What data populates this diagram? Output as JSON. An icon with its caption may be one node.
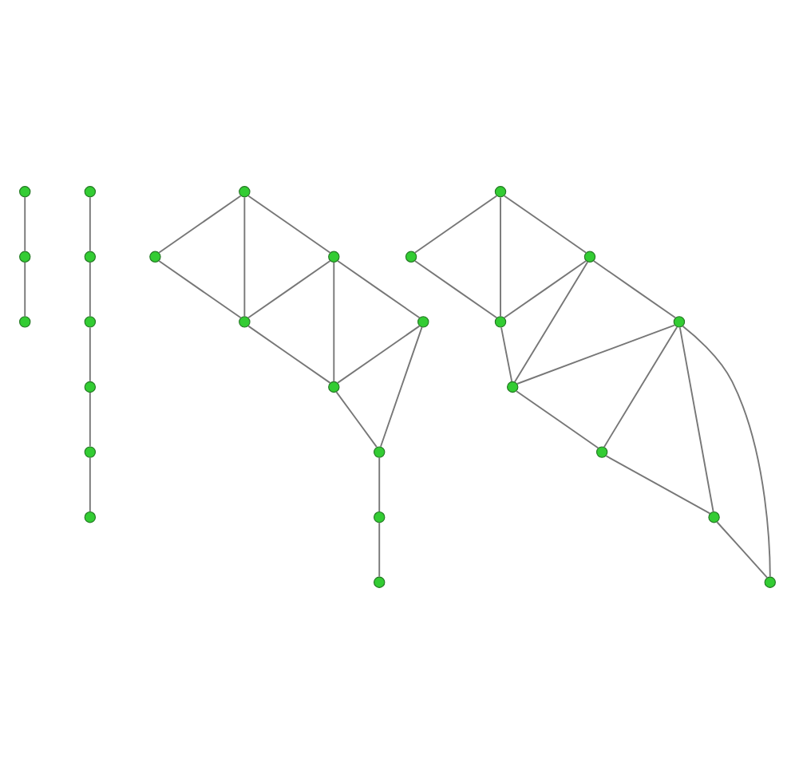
{
  "diagram": {
    "nodes": [
      {
        "text": [],
        "shape": "circle"
      },
      {
        "text": [],
        "shape": "circle"
      },
      {
        "text": [],
        "shape": "circle"
      },
      {
        "text": [],
        "shape": "circle"
      },
      {
        "text": [],
        "shape": "circle"
      },
      {
        "text": [],
        "shape": "circle"
      },
      {
        "text": [],
        "shape": "circle"
      },
      {
        "text": [],
        "shape": "circle"
      },
      {
        "text": [],
        "shape": "circle"
      },
      {
        "text": [],
        "shape": "circle"
      },
      {
        "text": [],
        "shape": "circle"
      },
      {
        "text": [],
        "shape": "circle"
      },
      {
        "text": [],
        "shape": "circle"
      },
      {
        "text": [],
        "shape": "circle"
      },
      {
        "text": [],
        "shape": "circle"
      },
      {
        "text": [],
        "shape": "circle"
      },
      {
        "text": [],
        "shape": "circle"
      },
      {
        "text": [],
        "shape": "circle"
      },
      {
        "text": [],
        "shape": "circle"
      },
      {
        "text": [],
        "shape": "circle"
      },
      {
        "text": [],
        "shape": "circle"
      },
      {
        "text": [],
        "shape": "circle"
      },
      {
        "text": [],
        "shape": "circle"
      },
      {
        "text": [],
        "shape": "circle"
      },
      {
        "text": [],
        "shape": "circle"
      },
      {
        "text": [],
        "shape": "circle"
      },
      {
        "text": [],
        "shape": "circle"
      }
    ],
    "edges": [
      {
        "from": 0,
        "to": 1,
        "arrow": "none"
      },
      {
        "from": 1,
        "to": 2,
        "arrow": "none"
      },
      {
        "from": 3,
        "to": 4,
        "arrow": "none"
      },
      {
        "from": 4,
        "to": 5,
        "arrow": "none"
      },
      {
        "from": 5,
        "to": 6,
        "arrow": "none"
      },
      {
        "from": 6,
        "to": 7,
        "arrow": "none"
      },
      {
        "from": 7,
        "to": 8,
        "arrow": "none"
      },
      {
        "from": 10,
        "to": 9,
        "arrow": "none"
      },
      {
        "from": 10,
        "to": 11,
        "arrow": "none"
      },
      {
        "from": 11,
        "to": 12,
        "arrow": "none"
      },
      {
        "from": 9,
        "to": 13,
        "arrow": "none"
      },
      {
        "from": 13,
        "to": 14,
        "arrow": "none"
      },
      {
        "from": 14,
        "to": 15,
        "arrow": "none"
      },
      {
        "from": 15,
        "to": 16,
        "arrow": "none"
      },
      {
        "from": 16,
        "to": 17,
        "arrow": "none"
      },
      {
        "from": 10,
        "to": 13,
        "arrow": "none"
      },
      {
        "from": 11,
        "to": 13,
        "arrow": "none"
      },
      {
        "from": 11,
        "to": 14,
        "arrow": "none"
      },
      {
        "from": 12,
        "to": 14,
        "arrow": "none"
      },
      {
        "from": 12,
        "to": 15,
        "arrow": "none"
      },
      {
        "from": 19,
        "to": 18,
        "arrow": "none"
      },
      {
        "from": 19,
        "to": 20,
        "arrow": "none"
      },
      {
        "from": 20,
        "to": 21,
        "arrow": "none"
      },
      {
        "from": 18,
        "to": 22,
        "arrow": "none"
      },
      {
        "from": 22,
        "to": 23,
        "arrow": "none"
      },
      {
        "from": 23,
        "to": 24,
        "arrow": "none"
      },
      {
        "from": 24,
        "to": 25,
        "arrow": "none"
      },
      {
        "from": 25,
        "to": 26,
        "arrow": "none"
      },
      {
        "from": 19,
        "to": 22,
        "arrow": "none"
      },
      {
        "from": 20,
        "to": 22,
        "arrow": "none"
      },
      {
        "from": 20,
        "to": 23,
        "arrow": "none"
      },
      {
        "from": 21,
        "to": 23,
        "arrow": "none"
      },
      {
        "from": 21,
        "to": 24,
        "arrow": "none"
      },
      {
        "from": 21,
        "to": 25,
        "arrow": "none"
      },
      {
        "from": 21,
        "to": 26,
        "arrow": "none"
      }
    ]
  }
}
